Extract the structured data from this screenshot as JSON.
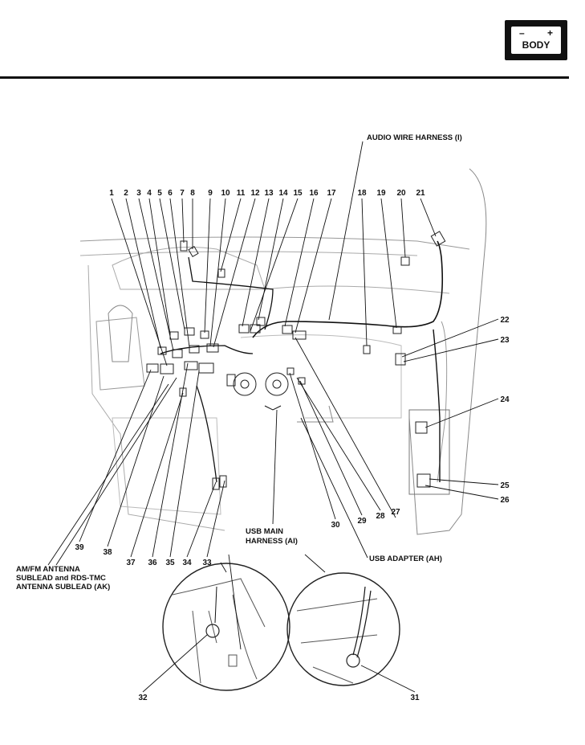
{
  "section_badge": {
    "label": "BODY",
    "minus_sign": "–",
    "plus_sign": "+"
  },
  "callouts": [
    "1",
    "2",
    "3",
    "4",
    "5",
    "6",
    "7",
    "8",
    "9",
    "10",
    "11",
    "12",
    "13",
    "14",
    "15",
    "16",
    "17",
    "18",
    "19",
    "20",
    "21",
    "22",
    "23",
    "24",
    "25",
    "26",
    "27",
    "28",
    "29",
    "30",
    "31",
    "32",
    "33",
    "34",
    "35",
    "36",
    "37",
    "38",
    "39"
  ],
  "labels": {
    "audio_harness": "AUDIO WIRE HARNESS (I)",
    "usb_main_harness_1": "USB MAIN",
    "usb_main_harness_2": "HARNESS (AI)",
    "usb_adapter": "USB ADAPTER (AH)",
    "antenna_1": "AM/FM ANTENNA",
    "antenna_2": "SUBLEAD and RDS-TMC",
    "antenna_3": "ANTENNA SUBLEAD (AK)"
  }
}
